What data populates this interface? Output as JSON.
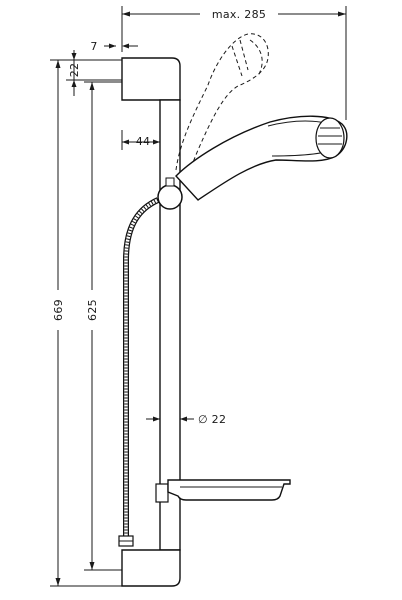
{
  "diagram": {
    "dimensions": {
      "max_reach": "max. 285",
      "top_offset": "7",
      "bracket_height": "22",
      "wall_gap": "44",
      "total_height": "669",
      "rail_length": "625",
      "rail_diameter": "∅ 22"
    }
  }
}
